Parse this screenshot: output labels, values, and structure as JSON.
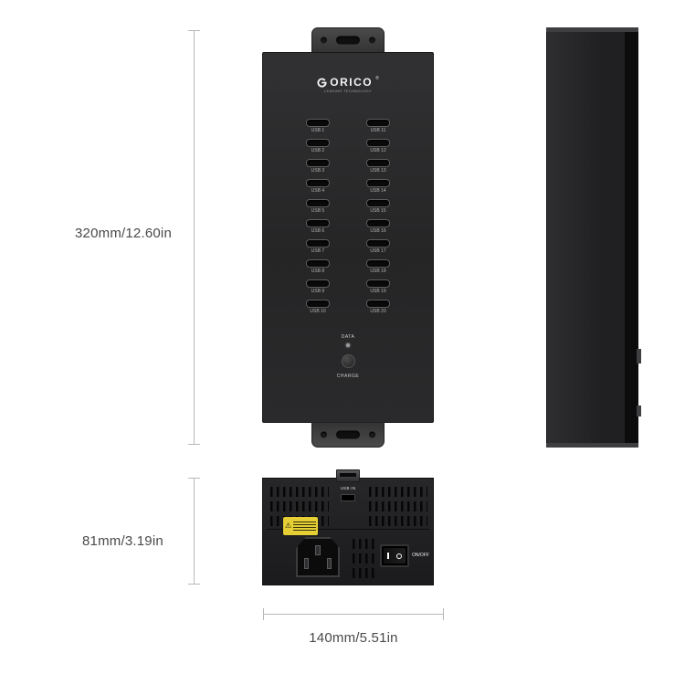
{
  "annotations": {
    "front_height_label": "320mm/12.60in",
    "bottom_height_label": "81mm/3.19in",
    "width_label": "140mm/5.51in"
  },
  "front_view": {
    "brand": "ORICO",
    "registered_mark": "®",
    "tagline": "LEADING TECHNOLOGY",
    "left_ports": [
      "USB 1",
      "USB 2",
      "USB 3",
      "USB 4",
      "USB 5",
      "USB 6",
      "USB 7",
      "USB 8",
      "USB 9",
      "USB 10"
    ],
    "right_ports": [
      "USB 11",
      "USB 12",
      "USB 13",
      "USB 14",
      "USB 15",
      "USB 16",
      "USB 17",
      "USB 18",
      "USB 19",
      "USB 20"
    ],
    "data_label": "DATA",
    "charge_label": "CHARGE"
  },
  "bottom_view": {
    "usb_in_label": "USB IN",
    "switch_label": "ON/OFF",
    "warning_icon": "⚠"
  },
  "colors": {
    "device_black": "#252526",
    "dimension_line": "#b9b9b9",
    "annotation_text": "#4a4a4a",
    "warning_yellow": "#e5cf35"
  }
}
